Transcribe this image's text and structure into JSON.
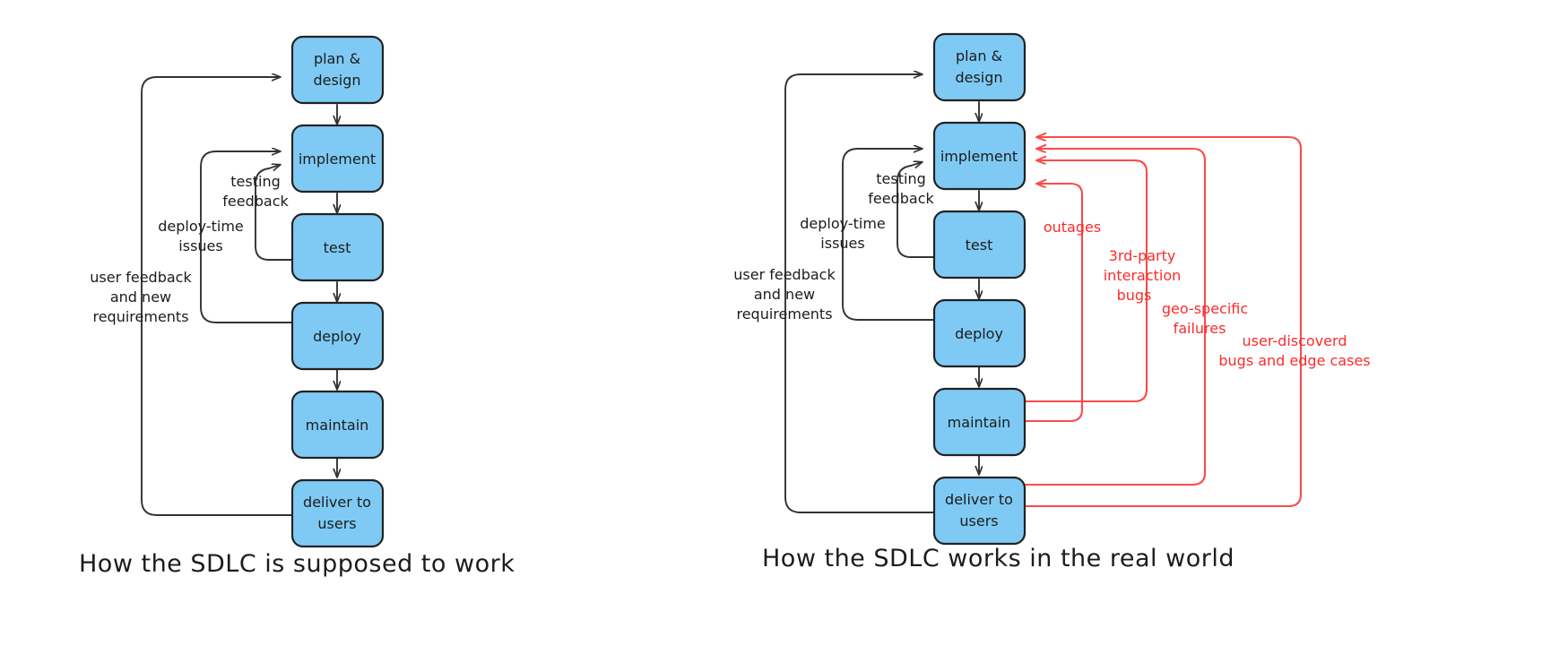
{
  "figure": {
    "title": "SDLC comparison diagram",
    "background": "#ffffff",
    "node_fill": "#7fcaf5",
    "node_stroke": "#222222",
    "black_edge_color": "#333333",
    "red_edge_color": "#fb4a4a",
    "red_text_color": "#fb2c2c"
  },
  "panels": [
    {
      "id": "ideal",
      "caption": "How the SDLC is supposed to work",
      "nodes": [
        {
          "id": "plan",
          "label_line1": "plan &",
          "label_line2": "design"
        },
        {
          "id": "impl",
          "label_line1": "implement",
          "label_line2": ""
        },
        {
          "id": "test",
          "label_line1": "test",
          "label_line2": ""
        },
        {
          "id": "deploy",
          "label_line1": "deploy",
          "label_line2": ""
        },
        {
          "id": "maintain",
          "label_line1": "maintain",
          "label_line2": ""
        },
        {
          "id": "deliver",
          "label_line1": "deliver to",
          "label_line2": "users"
        }
      ],
      "edge_labels": [
        {
          "id": "testing-feedback",
          "line1": "testing",
          "line2": "feedback",
          "line3": ""
        },
        {
          "id": "deploy-time-issues",
          "line1": "deploy-time",
          "line2": "issues",
          "line3": ""
        },
        {
          "id": "user-feedback",
          "line1": "user feedback",
          "line2": "and new",
          "line3": "requirements"
        }
      ]
    },
    {
      "id": "real",
      "caption": "How the SDLC works in the real world",
      "nodes": [
        {
          "id": "plan",
          "label_line1": "plan &",
          "label_line2": "design"
        },
        {
          "id": "impl",
          "label_line1": "implement",
          "label_line2": ""
        },
        {
          "id": "test",
          "label_line1": "test",
          "label_line2": ""
        },
        {
          "id": "deploy",
          "label_line1": "deploy",
          "label_line2": ""
        },
        {
          "id": "maintain",
          "label_line1": "maintain",
          "label_line2": ""
        },
        {
          "id": "deliver",
          "label_line1": "deliver to",
          "label_line2": "users"
        }
      ],
      "edge_labels": [
        {
          "id": "testing-feedback",
          "line1": "testing",
          "line2": "feedback",
          "line3": ""
        },
        {
          "id": "deploy-time-issues",
          "line1": "deploy-time",
          "line2": "issues",
          "line3": ""
        },
        {
          "id": "user-feedback",
          "line1": "user feedback",
          "line2": "and new",
          "line3": "requirements"
        }
      ],
      "red_edge_labels": [
        {
          "id": "outages",
          "line1": "outages",
          "line2": "",
          "line3": ""
        },
        {
          "id": "third-party-bugs",
          "line1": "3rd-party",
          "line2": "interaction",
          "line3": "bugs"
        },
        {
          "id": "geo-failures",
          "line1": "geo-specific",
          "line2": "failures",
          "line3": ""
        },
        {
          "id": "user-discovered",
          "line1": "user-discoverd",
          "line2": "bugs and edge cases",
          "line3": ""
        }
      ]
    }
  ]
}
